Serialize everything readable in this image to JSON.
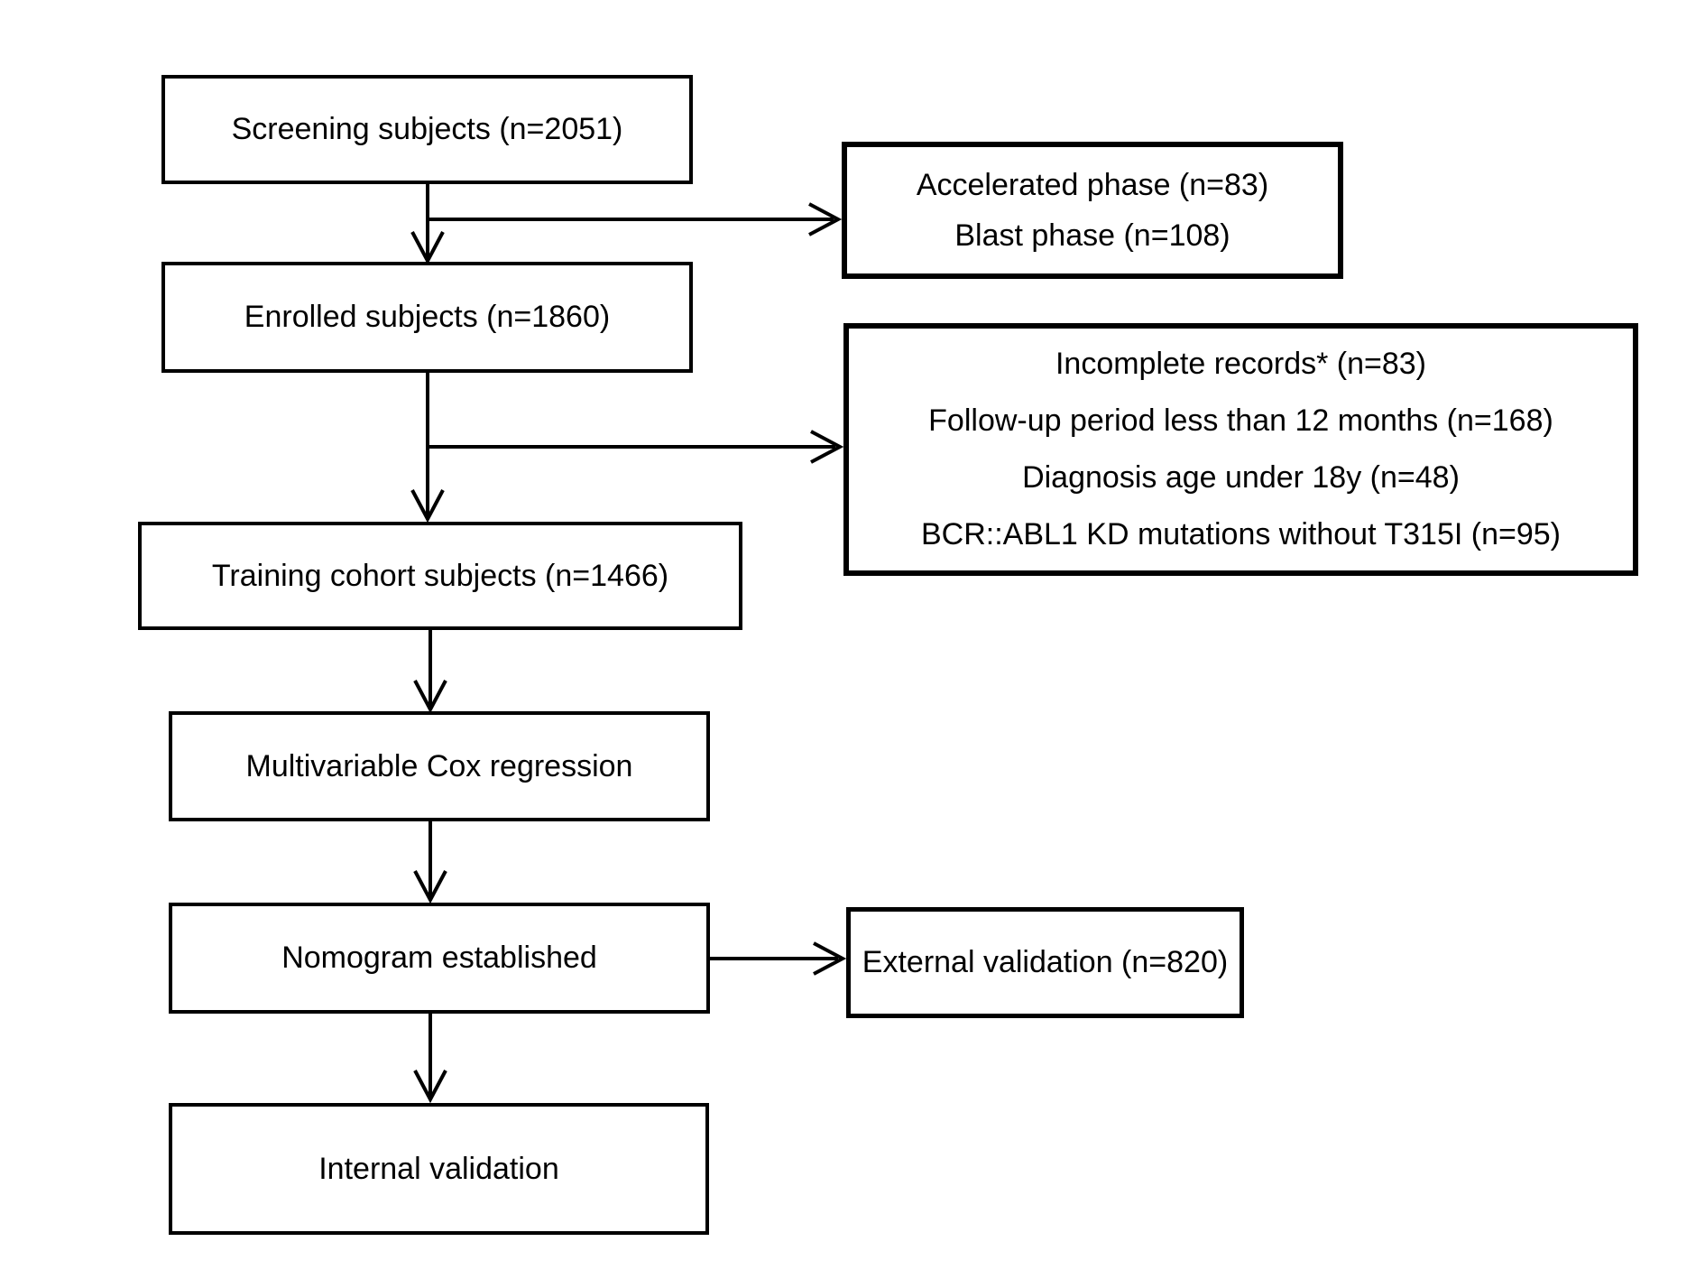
{
  "figure": {
    "type": "flowchart",
    "background_color": "#ffffff",
    "line_color": "#000000",
    "text_color": "#000000",
    "nodes": {
      "screening": {
        "label": "Screening subjects (n=2051)"
      },
      "excluded_phase": {
        "lines": [
          "Accelerated phase (n=83)",
          "Blast phase (n=108)"
        ]
      },
      "enrolled": {
        "label": "Enrolled subjects (n=1860)"
      },
      "excluded_reasons": {
        "lines": [
          "Incomplete records* (n=83)",
          "Follow-up period less than 12 months (n=168)",
          "Diagnosis age under 18y (n=48)",
          "BCR::ABL1 KD mutations without T315I (n=95)"
        ]
      },
      "training": {
        "label": "Training cohort subjects (n=1466)"
      },
      "cox": {
        "label": "Multivariable Cox regression"
      },
      "nomogram": {
        "label": "Nomogram established"
      },
      "external": {
        "label": "External validation (n=820)"
      },
      "internal": {
        "label": "Internal validation"
      }
    }
  }
}
